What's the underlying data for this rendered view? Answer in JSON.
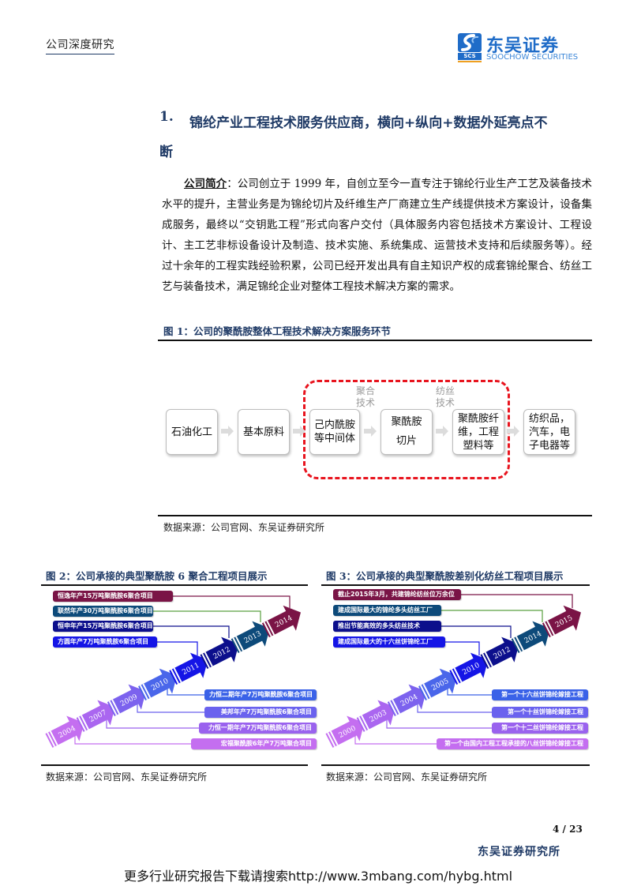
{
  "header": {
    "section_label": "公司深度研究",
    "logo": {
      "cn_name": "东吴证券",
      "en_name": "SOOCHOW SECURITIES",
      "abbr": "SCS",
      "brand_color": "#1f6cc8",
      "accent_color": "#f0a020"
    }
  },
  "section": {
    "number": "1.",
    "title_line1": "锦纶产业工程技术服务供应商，横向+纵向+数据外延亮点不",
    "title_line2": "断"
  },
  "intro": {
    "lead": "公司简介",
    "text": "：公司创立于 1999 年，自创立至今一直专注于锦纶行业生产工艺及装备技术水平的提升，主营业务是为锦纶切片及纤维生产厂商建立生产线提供技术方案设计，设备集成服务，最终以“交钥匙工程”形式向客户交付（具体服务内容包括技术方案设计、工程设计、主工艺非标设备设计及制造、技术实施、系统集成、运营技术支持和后续服务等）。经过十余年的工程实践经验积累，公司已经开发出具有自主知识产权的成套锦纶聚合、纺丝工艺与装备技术，满足锦纶企业对整体工程技术解决方案的需求。"
  },
  "figure1": {
    "caption": "图 1：公司的聚酰胺整体工程技术解决方案服务环节",
    "source": "数据来源：公司官网、东吴证券研究所",
    "steps": [
      {
        "label": "石油化工"
      },
      {
        "label": "基本原料"
      },
      {
        "label": "己内酰胺等中间体"
      },
      {
        "label": "聚酰胺切片"
      },
      {
        "label": "聚酰胺纤维，工程塑料等"
      },
      {
        "label": "纺织品，汽车，电子电器等"
      }
    ],
    "tech_labels": [
      {
        "label": "聚合技术"
      },
      {
        "label": "纺丝技术"
      }
    ],
    "highlight_color": "#e8141e"
  },
  "figure2": {
    "caption": "图 2：公司承接的典型聚酰胺 6 聚合工程项目展示",
    "source": "数据来源：公司官网、东吴证券研究所",
    "years": [
      "2004",
      "2007",
      "2009",
      "2010",
      "2011",
      "2012",
      "2013",
      "2014"
    ],
    "top_projects": [
      {
        "label": "恒逸年产15万吨聚酰胺6聚合项目",
        "year": "2014",
        "color": "#7a1446"
      },
      {
        "label": "联然年产30万吨聚酰胺6聚合项目",
        "year": "2013",
        "color": "#0d4a7a"
      },
      {
        "label": "恒申年产15万吨聚酰胺6聚合项目",
        "year": "2012",
        "color": "#0c0f8c"
      },
      {
        "label": "方圆年产7万吨聚酰胺6聚合项目",
        "year": "2011",
        "color": "#1515e6"
      }
    ],
    "bottom_projects": [
      {
        "label": "力恒二期年产7万吨聚酰胺6聚合项目",
        "year": "2010",
        "color": "#3a62e8"
      },
      {
        "label": "美邦年产7万吨聚酰胺6聚合项目",
        "year": "2009",
        "color": "#6a62ee"
      },
      {
        "label": "力恒一期年产7万吨聚酰胺6聚合项目",
        "year": "2007",
        "color": "#9a62ee"
      },
      {
        "label": "宏福聚酰胺6年产7万吨聚合项目",
        "year": "2004",
        "color": "#c46ef0"
      }
    ]
  },
  "figure3": {
    "caption": "图 3：公司承接的典型聚酰胺差别化纺丝工程项目展示",
    "source": "数据来源：公司官网、东吴证券研究所",
    "years": [
      "2000",
      "2003",
      "2004",
      "2005",
      "2010",
      "2012",
      "2014",
      "2015"
    ],
    "top_projects": [
      {
        "label": "截止2015年3月，共建锦纶纺丝位万余位",
        "year": "2015",
        "color": "#7a1446"
      },
      {
        "label": "建成国际最大的锦纶多头纺丝工厂",
        "year": "2014",
        "color": "#0d4a7a"
      },
      {
        "label": "推出节能高效的多头纺丝技术",
        "year": "2012",
        "color": "#0c0f8c"
      },
      {
        "label": "建成国际最大的十六丝饼锦纶工厂",
        "year": "2010",
        "color": "#1515e6"
      }
    ],
    "bottom_projects": [
      {
        "label": "第一个十六丝饼锦纶嫁接工程",
        "year": "2005",
        "color": "#3a62e8"
      },
      {
        "label": "第一个十丝饼锦纶嫁接工程",
        "year": "2004",
        "color": "#6a62ee"
      },
      {
        "label": "第一个十二丝饼锦纶嫁接工程",
        "year": "2003",
        "color": "#9a62ee"
      },
      {
        "label": "第一个由国内工程工程承接的八丝饼锦纶嫁接工程",
        "year": "2000",
        "color": "#c46ef0"
      }
    ]
  },
  "footer": {
    "page": "4 / 23",
    "org": "东吴证券研究所",
    "promo": "更多行业研究报告下载请搜索http://www.3mbang.com/hybg.html"
  }
}
